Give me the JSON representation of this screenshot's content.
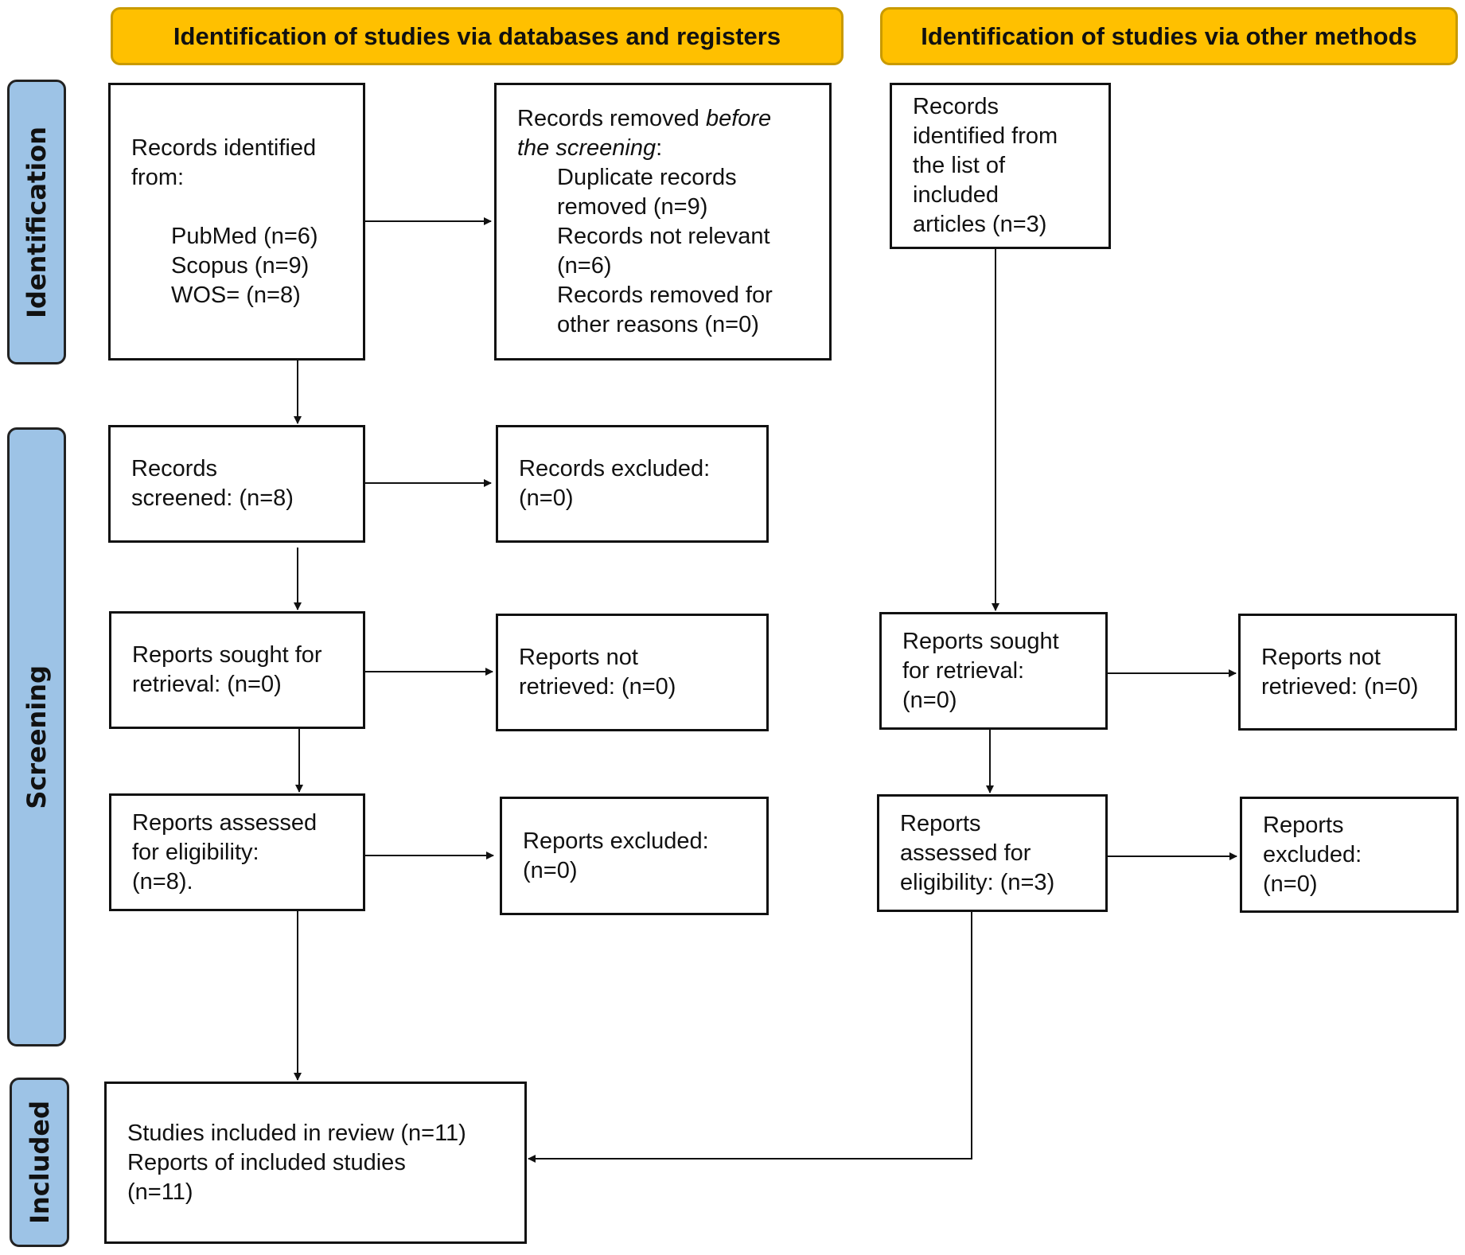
{
  "headers": {
    "databases": "Identification of studies via databases and registers",
    "other": "Identification of studies via other methods"
  },
  "phases": {
    "identification": "Identification",
    "screening": "Screening",
    "included": "Included"
  },
  "colors": {
    "header_fill": "#FFC000",
    "phase_fill": "#9DC3E6"
  },
  "boxes": {
    "records_identified": {
      "line1": "Records identified",
      "line2": "from:",
      "sources": [
        "PubMed (n=6)",
        "Scopus (n=9)",
        "WOS= (n=8)"
      ]
    },
    "records_removed": {
      "lead": "Records removed ",
      "lead_italic": "before",
      "line2_italic": "the screening",
      "line2_end": ":",
      "items": [
        "Duplicate records",
        "removed (n=9)",
        "Records not relevant",
        "(n=6)",
        "Records removed for",
        "other reasons (n=0)"
      ]
    },
    "other_identified": {
      "lines": [
        "Records",
        "identified from",
        "the list of",
        "included",
        "articles (n=3)"
      ]
    },
    "records_screened": {
      "lines": [
        "Records",
        "screened: (n=8)"
      ]
    },
    "records_excluded": {
      "lines": [
        "Records excluded:",
        "(n=0)"
      ]
    },
    "reports_sought": {
      "lines": [
        "Reports sought for",
        "retrieval: (n=0)"
      ]
    },
    "reports_not_retrieved": {
      "lines": [
        "Reports not",
        "retrieved: (n=0)"
      ]
    },
    "reports_sought_other": {
      "lines": [
        "Reports sought",
        "for retrieval:",
        "(n=0)"
      ]
    },
    "reports_not_retrieved_other": {
      "lines": [
        "Reports not",
        "retrieved: (n=0)"
      ]
    },
    "reports_assessed": {
      "lines": [
        "Reports assessed",
        "for eligibility:",
        "(n=8)."
      ]
    },
    "reports_excluded": {
      "lines": [
        "Reports excluded:",
        "(n=0)"
      ]
    },
    "reports_assessed_other": {
      "lines": [
        "Reports",
        "assessed for",
        "eligibility: (n=3)"
      ]
    },
    "reports_excluded_other": {
      "lines": [
        "Reports",
        "excluded:",
        "(n=0)"
      ]
    },
    "studies_included": {
      "lines": [
        "Studies included in review (n=11)",
        "Reports of included studies",
        "(n=11)"
      ]
    }
  }
}
